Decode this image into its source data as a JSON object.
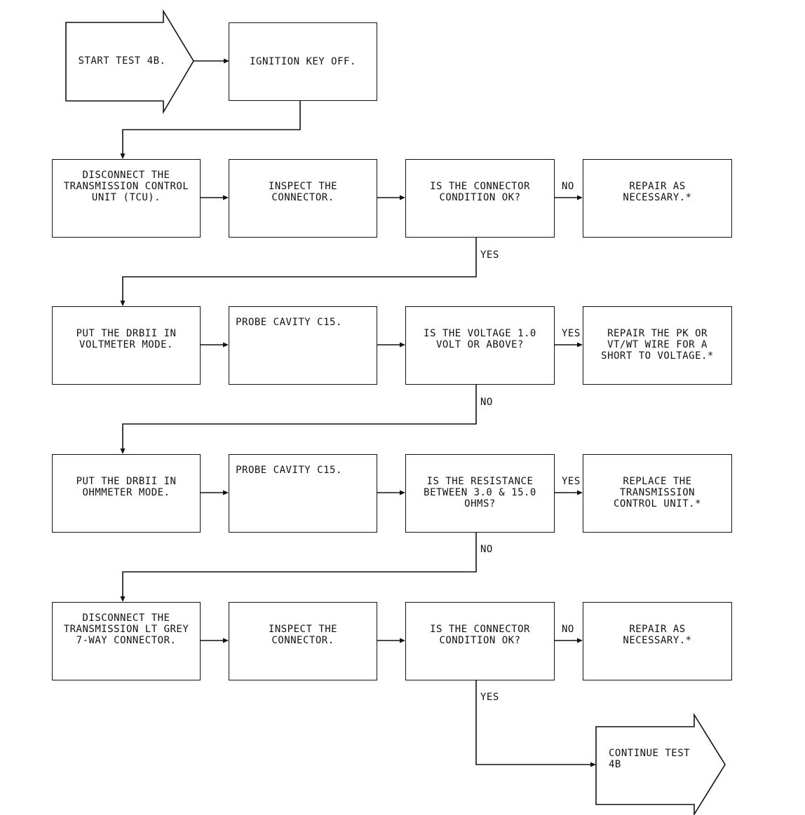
{
  "start": "START TEST 4B.",
  "ignition": "IGNITION KEY OFF.",
  "row1": {
    "disconnect": "DISCONNECT THE\nTRANSMISSION CONTROL\nUNIT (TCU).",
    "inspect": "INSPECT THE\nCONNECTOR.",
    "question": "IS THE CONNECTOR\nCONDITION OK?",
    "no_label": "NO",
    "repair": "REPAIR AS\nNECESSARY.*",
    "yes_label": "YES"
  },
  "row2": {
    "put": "PUT THE DRBII IN\nVOLTMETER MODE.",
    "probe": "PROBE CAVITY C15.",
    "question": "IS THE VOLTAGE 1.0\nVOLT OR ABOVE?",
    "yes_label": "YES",
    "repair": "REPAIR THE PK OR\nVT/WT WIRE FOR A\nSHORT TO VOLTAGE.*",
    "no_label": "NO"
  },
  "row3": {
    "put": "PUT THE DRBII IN\nOHMMETER MODE.",
    "probe": "PROBE CAVITY C15.",
    "question": "IS THE RESISTANCE\nBETWEEN 3.0 & 15.0\nOHMS?",
    "yes_label": "YES",
    "replace": "REPLACE THE\nTRANSMISSION\nCONTROL UNIT.*",
    "no_label": "NO"
  },
  "row4": {
    "disconnect": "DISCONNECT THE\nTRANSMISSION LT GREY\n7-WAY CONNECTOR.",
    "inspect": "INSPECT THE\nCONNECTOR.",
    "question": "IS THE CONNECTOR\nCONDITION OK?",
    "no_label": "NO",
    "repair": "REPAIR AS\nNECESSARY.*",
    "yes_label": "YES"
  },
  "continue": "CONTINUE TEST\n4B"
}
